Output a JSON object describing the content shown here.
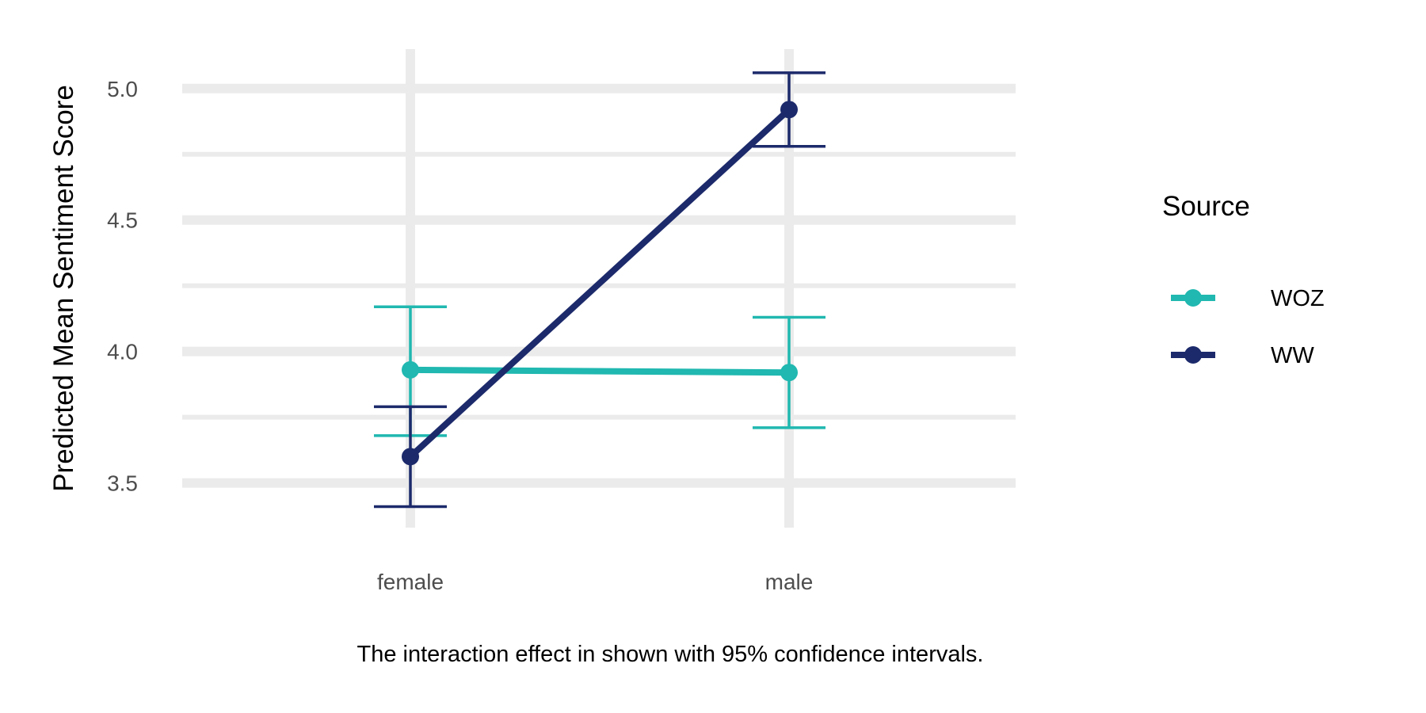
{
  "chart_data": {
    "type": "line",
    "ylabel": "Predicted Mean Sentiment Score",
    "xlabel": "",
    "caption": "The interaction effect in shown with 95% confidence intervals.",
    "categories": [
      "female",
      "male"
    ],
    "ylim": [
      3.33,
      5.15
    ],
    "yticks": [
      3.5,
      4.0,
      4.5,
      5.0
    ],
    "ytick_labels": [
      "3.5",
      "4.0",
      "4.5",
      "5.0"
    ],
    "minor_gridlines": [
      3.75,
      4.25,
      4.75
    ],
    "grid": true,
    "legend": {
      "title": "Source",
      "position": "right"
    },
    "series": [
      {
        "name": "WOZ",
        "color": "#20b8b0",
        "values": [
          3.93,
          3.92
        ],
        "ci_low": [
          3.68,
          3.71
        ],
        "ci_high": [
          4.17,
          4.13
        ]
      },
      {
        "name": "WW",
        "color": "#1c2a6b",
        "values": [
          3.6,
          4.92
        ],
        "ci_low": [
          3.41,
          4.78
        ],
        "ci_high": [
          3.79,
          5.06
        ]
      }
    ]
  }
}
